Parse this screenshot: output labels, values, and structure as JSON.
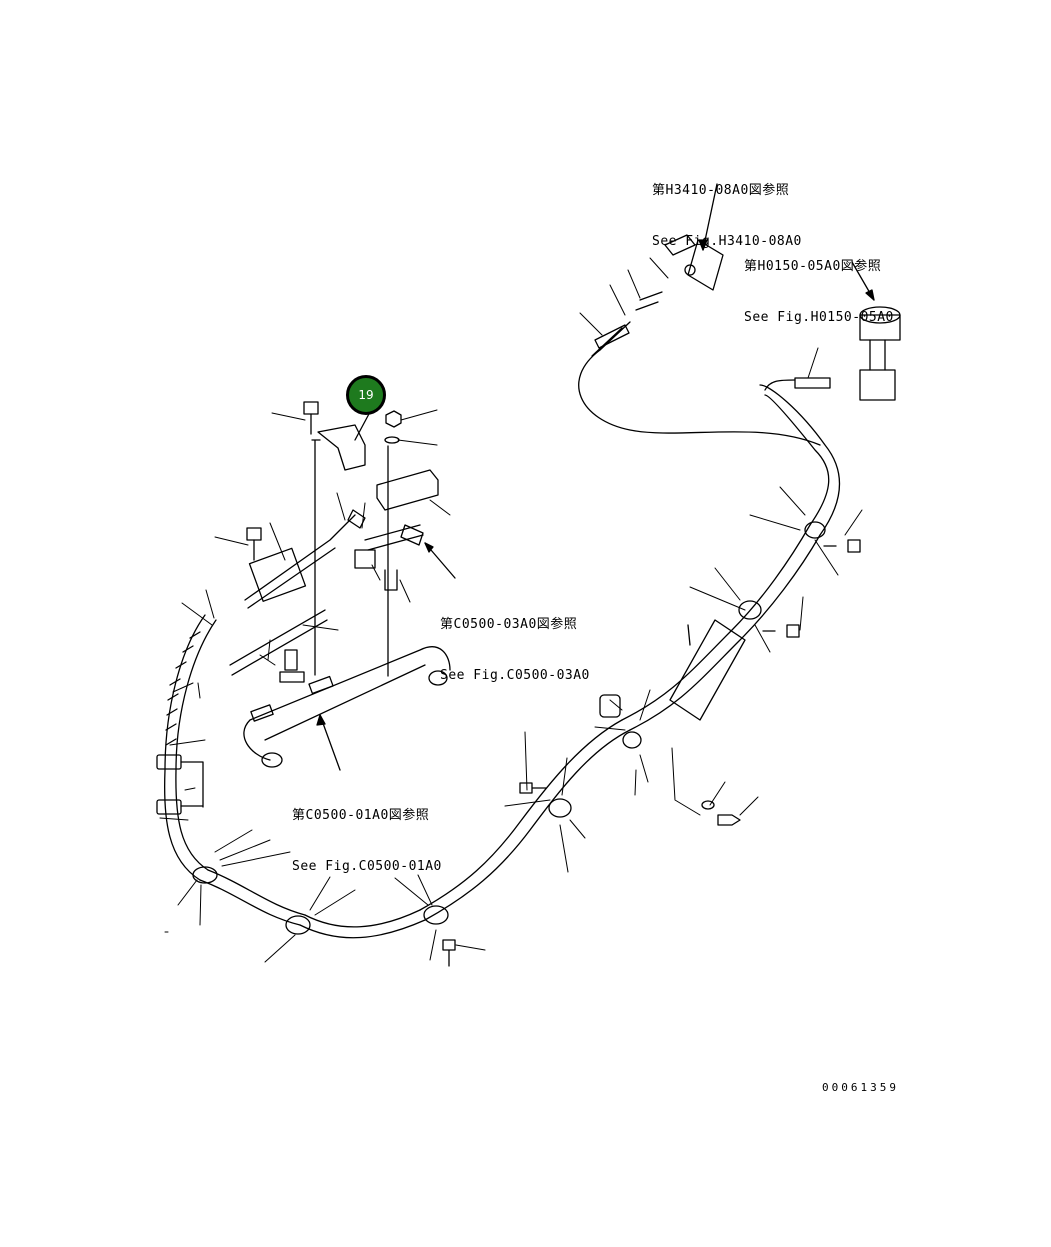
{
  "diagram": {
    "callout_number": "19",
    "drawing_id": "00061359",
    "references": [
      {
        "jp": "第H3410-08A0図参照",
        "en": "See Fig.H3410-08A0"
      },
      {
        "jp": "第H0150-05A0図参照",
        "en": "See Fig.H0150-05A0"
      },
      {
        "jp": "第C0500-03A0図参照",
        "en": "See Fig.C0500-03A0"
      },
      {
        "jp": "第C0500-01A0図参照",
        "en": "See Fig.C0500-01A0"
      }
    ]
  }
}
